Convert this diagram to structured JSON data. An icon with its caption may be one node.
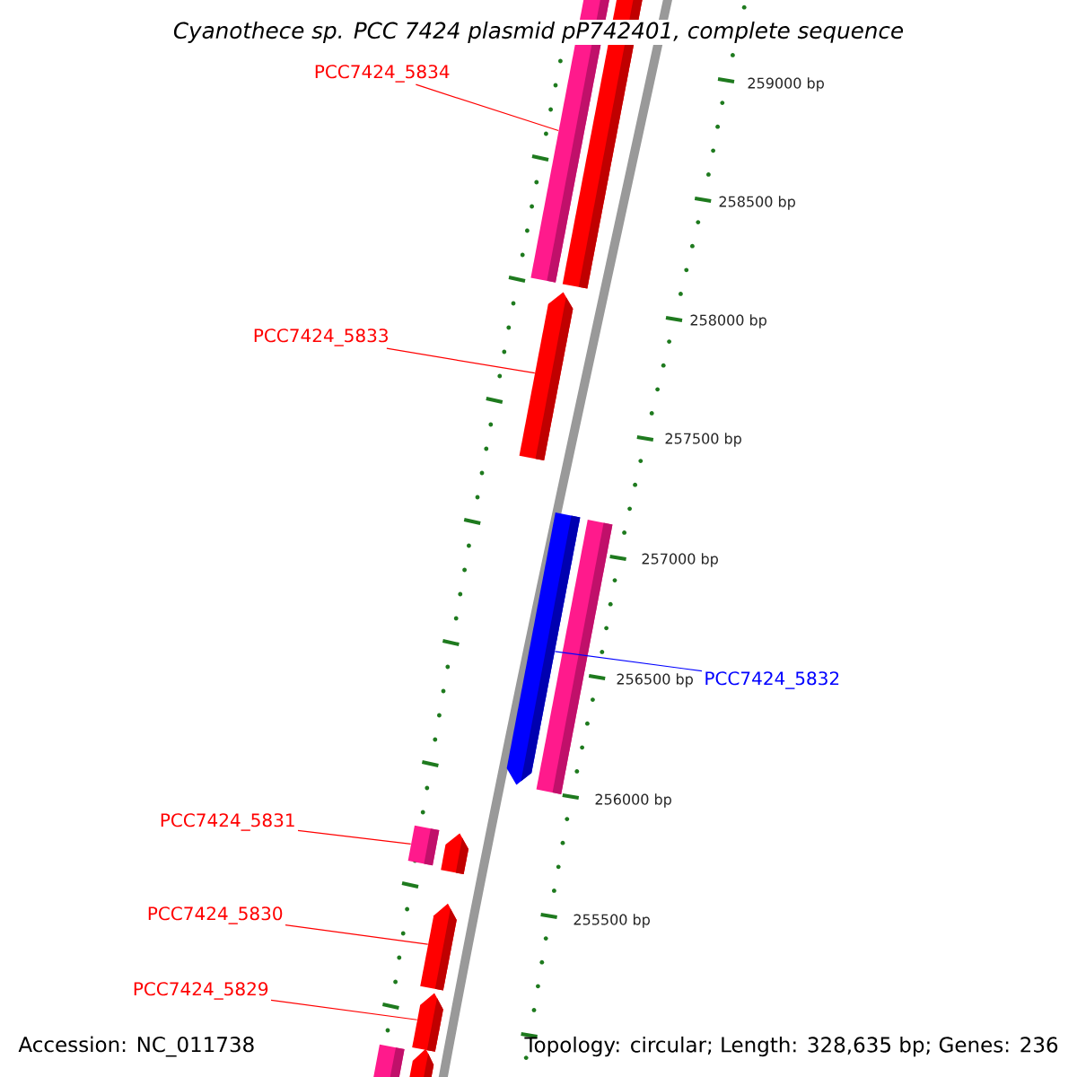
{
  "diagram": {
    "title": "Cyanothece sp. PCC 7424 plasmid pP742401, complete sequence",
    "nodes": [
      {
        "text": [
          "PCC7424_5834"
        ]
      },
      {
        "text": [],
        "shape": "bar"
      },
      {
        "text": [],
        "shape": "bar"
      },
      {
        "text": [
          "PCC7424_5833"
        ]
      },
      {
        "text": [],
        "shape": "pentagon"
      },
      {
        "text": [],
        "shape": "pentagon"
      },
      {
        "text": [],
        "shape": "bar"
      },
      {
        "text": [
          "PCC7424_5832"
        ]
      },
      {
        "text": [
          "PCC7424_5831"
        ]
      },
      {
        "text": [],
        "shape": "bar"
      },
      {
        "text": [],
        "shape": "pentagon"
      },
      {
        "text": [
          "PCC7424_5830"
        ]
      },
      {
        "text": [],
        "shape": "pentagon"
      },
      {
        "text": [
          "PCC7424_5829"
        ]
      },
      {
        "text": [],
        "shape": "pentagon"
      },
      {
        "text": [],
        "shape": "bar"
      },
      {
        "text": [],
        "shape": "pentagon"
      }
    ],
    "edges": [
      {
        "from": 0,
        "to": 1,
        "arrow": "none"
      },
      {
        "from": 3,
        "to": 4,
        "arrow": "none"
      },
      {
        "from": 7,
        "to": 5,
        "arrow": "none",
        "color": "#0000ff"
      },
      {
        "from": 8,
        "to": 9,
        "arrow": "none"
      },
      {
        "from": 11,
        "to": 12,
        "arrow": "none"
      },
      {
        "from": 13,
        "to": 14,
        "arrow": "none"
      }
    ],
    "labels": [
      "259000 bp",
      "258500 bp",
      "258000 bp",
      "257500 bp",
      "257000 bp",
      "256500 bp",
      "256000 bp",
      "255500 bp",
      "Accession: NC_011738",
      "Topology: circular; Length: 328,635 bp; Genes: 236"
    ]
  }
}
